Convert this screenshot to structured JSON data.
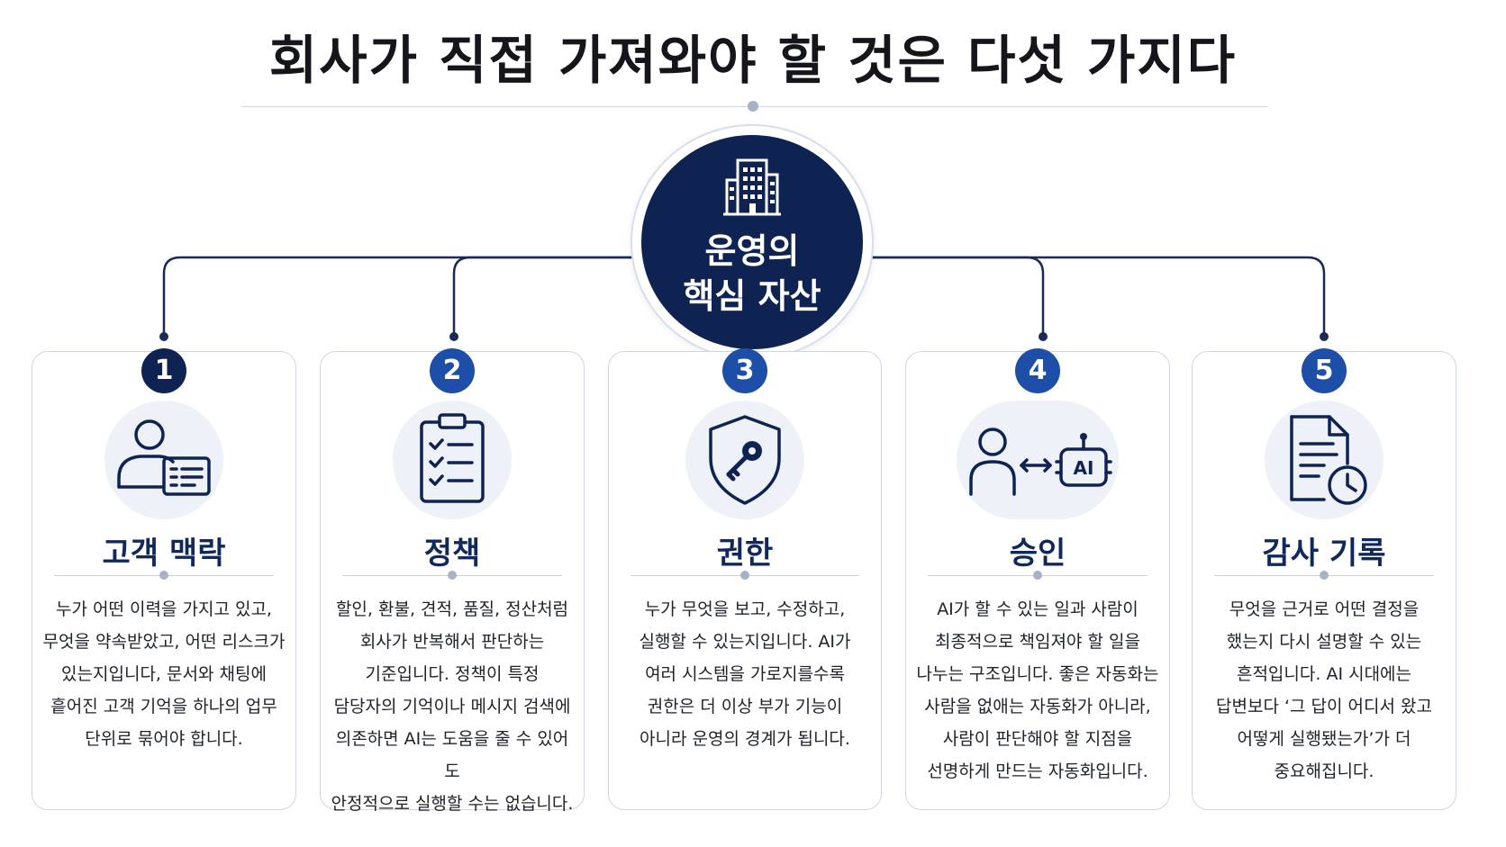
{
  "title": "회사가 직접 가져와야 할 것은 다섯 가지다",
  "hub": {
    "line1": "운영의",
    "line2": "핵심 자산",
    "icon": "building-icon"
  },
  "cards": [
    {
      "number": "1",
      "title": "고객 맥락",
      "icon": "customer-profile-icon",
      "body": [
        "누가 어떤 이력을 가지고 있고,",
        "무엇을 약속받았고, 어떤 리스크가",
        "있는지입니다, 문서와 채팅에",
        "흩어진 고객 기억을 하나의 업무",
        "단위로 묶어야 합니다."
      ]
    },
    {
      "number": "2",
      "title": "정책",
      "icon": "checklist-clipboard-icon",
      "body": [
        "할인, 환불, 견적, 품질, 정산처럼",
        "회사가 반복해서 판단하는",
        "기준입니다. 정책이 특정",
        "담당자의 기억이나 메시지 검색에",
        "의존하면 AI는 도움을 줄 수 있어도",
        "안정적으로 실행할 수는 없습니다."
      ]
    },
    {
      "number": "3",
      "title": "권한",
      "icon": "shield-key-icon",
      "body": [
        "누가 무엇을 보고, 수정하고,",
        "실행할 수 있는지입니다. AI가",
        "여러 시스템을 가로지를수록",
        "권한은 더 이상 부가 기능이",
        "아니라 운영의 경계가 됩니다."
      ]
    },
    {
      "number": "4",
      "title": "승인",
      "icon": "human-ai-exchange-icon",
      "ai_label": "AI",
      "body": [
        "AI가 할 수 있는 일과 사람이",
        "최종적으로 책임져야 할 일을",
        "나누는 구조입니다. 좋은 자동화는",
        "사람을 없애는 자동화가 아니라,",
        "사람이 판단해야 할 지점을",
        "선명하게 만드는 자동화입니다."
      ]
    },
    {
      "number": "5",
      "title": "감사 기록",
      "icon": "document-clock-icon",
      "body": [
        "무엇을 근거로 어떤 결정을",
        "했는지 다시 설명할 수 있는",
        "흔적입니다. AI 시대에는",
        "답변보다 ‘그 답이 어디서 왔고",
        "어떻게 실행됐는가’가 더",
        "중요해집니다."
      ]
    }
  ],
  "colors": {
    "navy": "#0f2352",
    "blue": "#1d4fa8",
    "title_blue": "#10285c",
    "line": "#1a2a55"
  }
}
